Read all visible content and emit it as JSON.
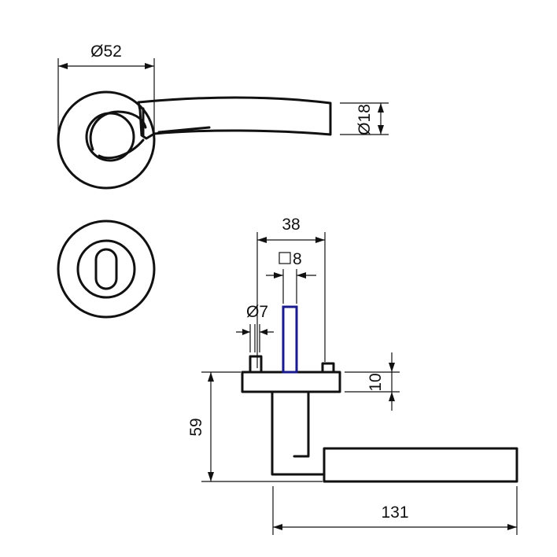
{
  "colors": {
    "line": "#111111",
    "spindle": "#1a1a8c",
    "background": "#ffffff"
  },
  "dimensions": {
    "rose_diameter": "Ø52",
    "lever_diameter": "Ø18",
    "rose_projection": "38",
    "spindle_square": "8",
    "screw_diameter": "Ø7",
    "rose_thickness": "10",
    "lever_height": "59",
    "lever_length": "131"
  },
  "icons": {
    "square_symbol": "square-symbol-icon"
  }
}
